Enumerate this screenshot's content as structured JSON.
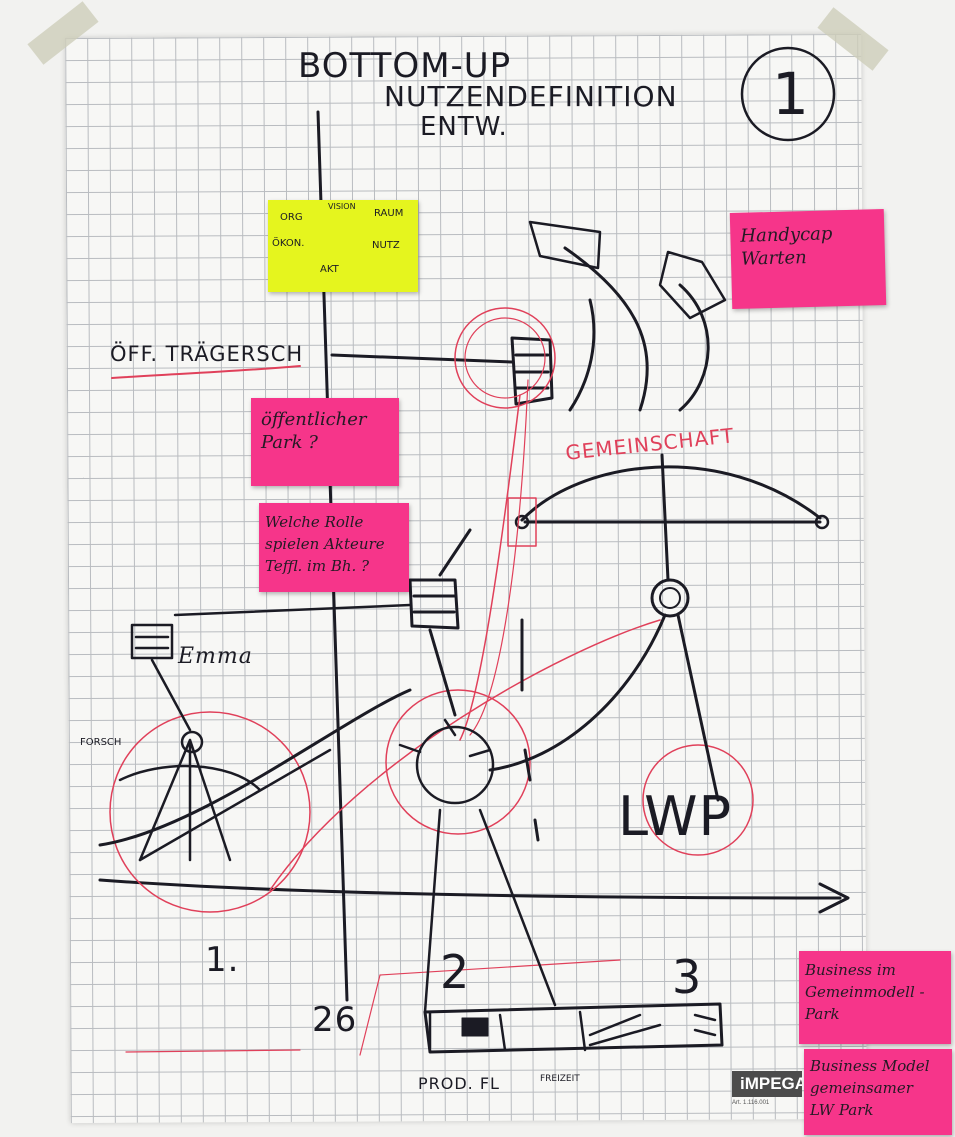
{
  "title": {
    "line1": "BOTTOM-UP",
    "line2": "NUTZENDEFINITION",
    "line3": "ENTW.",
    "page_number": "1"
  },
  "labels": {
    "oeff_traegerschaft": "ÖFF. TRÄGERSCH",
    "emma": "Emma",
    "forsch": "FORSCH",
    "lwp": "LWP",
    "gemeinschaft": "GEMEINSCHAFT",
    "num_1": "1.",
    "num_2": "2",
    "num_3": "3",
    "num_26": "26",
    "prod_fl": "PROD. FL",
    "freizeit": "FREIZEIT"
  },
  "hexagon_note": {
    "org": "ORG",
    "vision": "VISION",
    "raum": "RAUM",
    "oekon": "ÖKON.",
    "nutz": "NUTZ",
    "akt": "AKT"
  },
  "sticky_notes": [
    {
      "id": "oeffentlicher-park",
      "text": "öffentlicher\nPark ?",
      "color": "#f6358a"
    },
    {
      "id": "rolle-akteure",
      "text": "Welche Rolle\nspielen Akteure\nTeffl. im Bh. ?",
      "color": "#f6358a"
    },
    {
      "id": "handicap",
      "text": "Handycap\nWarten",
      "color": "#f6358a"
    },
    {
      "id": "business-gemeinmodell",
      "text": "Business im\nGemeinmodell -\nPark",
      "color": "#f6358a"
    },
    {
      "id": "business-model-lw-park",
      "text": "Business Model\ngemeinsamer\nLW Park",
      "color": "#f6358a"
    }
  ],
  "brand": {
    "name": "iMPEGA",
    "art_no": "Art. 1.116.001"
  },
  "colors": {
    "sticky_pink": "#f6358a",
    "sticky_yellow": "#e5f51e",
    "ink_black": "#1b1b24",
    "ink_red": "#e0405a"
  }
}
